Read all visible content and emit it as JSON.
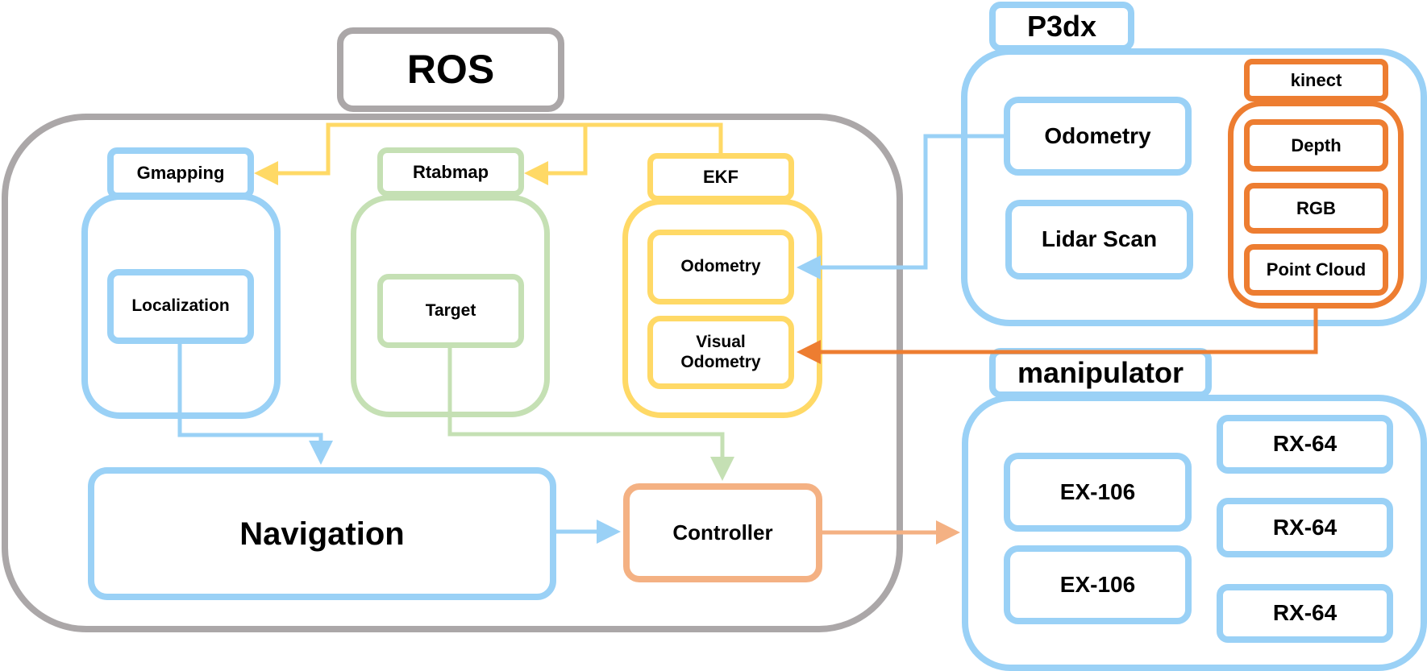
{
  "diagram": {
    "ros": {
      "title": "ROS",
      "gmapping": {
        "title": "Gmapping",
        "child": "Localization"
      },
      "rtabmap": {
        "title": "Rtabmap",
        "child": "Target"
      },
      "ekf": {
        "title": "EKF",
        "children": [
          "Odometry",
          "Visual Odometry"
        ]
      },
      "navigation": "Navigation",
      "controller": "Controller"
    },
    "p3dx": {
      "title": "P3dx",
      "odometry": "Odometry",
      "lidar": "Lidar Scan",
      "kinect": {
        "title": "kinect",
        "children": [
          "Depth",
          "RGB",
          "Point Cloud"
        ]
      }
    },
    "manipulator": {
      "title": "manipulator",
      "ex": [
        "EX-106",
        "EX-106"
      ],
      "rx": [
        "RX-64",
        "RX-64",
        "RX-64"
      ]
    },
    "edges": [
      {
        "from": "EKF",
        "to": "Gmapping",
        "color": "#ffd966"
      },
      {
        "from": "EKF",
        "to": "Rtabmap",
        "color": "#ffd966"
      },
      {
        "from": "Localization",
        "to": "Navigation",
        "color": "#9ad1f6"
      },
      {
        "from": "Target",
        "to": "Controller",
        "color": "#c5e0b4"
      },
      {
        "from": "Navigation",
        "to": "Controller",
        "color": "#9ad1f6"
      },
      {
        "from": "Controller",
        "to": "manipulator",
        "color": "#f4b183"
      },
      {
        "from": "P3dx Odometry",
        "to": "EKF Odometry",
        "color": "#9ad1f6"
      },
      {
        "from": "kinect",
        "to": "Visual Odometry",
        "color": "#ed7d31"
      }
    ]
  }
}
